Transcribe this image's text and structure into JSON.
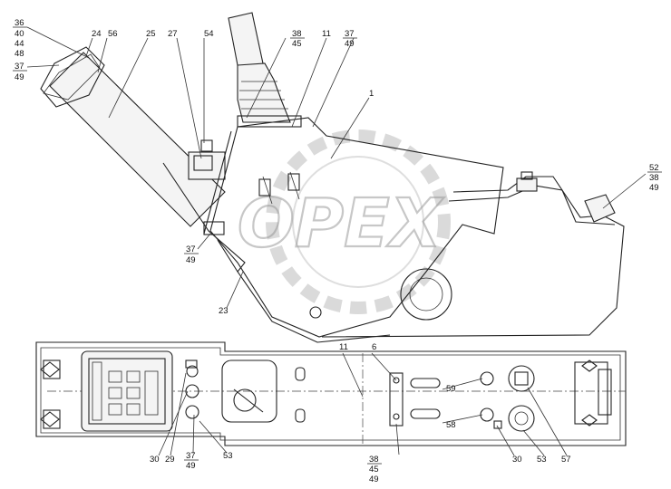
{
  "watermark": "OPEX",
  "callouts": [
    {
      "id": "c36a",
      "text": "36"
    },
    {
      "id": "c40",
      "text": "40"
    },
    {
      "id": "c44",
      "text": "44"
    },
    {
      "id": "c48",
      "text": "48"
    },
    {
      "id": "c24",
      "text": "24"
    },
    {
      "id": "c56",
      "text": "56"
    },
    {
      "id": "c25",
      "text": "25"
    },
    {
      "id": "c27",
      "text": "27"
    },
    {
      "id": "c54",
      "text": "54"
    },
    {
      "id": "c37a",
      "text": "37"
    },
    {
      "id": "c49a",
      "text": "49"
    },
    {
      "id": "c38a",
      "text": "38"
    },
    {
      "id": "c45a",
      "text": "45"
    },
    {
      "id": "c11a",
      "text": "11"
    },
    {
      "id": "c37b",
      "text": "37"
    },
    {
      "id": "c49b",
      "text": "49"
    },
    {
      "id": "c1",
      "text": "1"
    },
    {
      "id": "c52",
      "text": "52"
    },
    {
      "id": "c38b",
      "text": "38"
    },
    {
      "id": "c49c",
      "text": "49"
    },
    {
      "id": "c37c",
      "text": "37"
    },
    {
      "id": "c49d",
      "text": "49"
    },
    {
      "id": "c23",
      "text": "23"
    },
    {
      "id": "c11b",
      "text": "11"
    },
    {
      "id": "c6",
      "text": "6"
    },
    {
      "id": "c59",
      "text": "59"
    },
    {
      "id": "c58",
      "text": "58"
    },
    {
      "id": "c30a",
      "text": "30"
    },
    {
      "id": "c29",
      "text": "29"
    },
    {
      "id": "c37d",
      "text": "37"
    },
    {
      "id": "c49e",
      "text": "49"
    },
    {
      "id": "c53a",
      "text": "53"
    },
    {
      "id": "c38c",
      "text": "38"
    },
    {
      "id": "c45b",
      "text": "45"
    },
    {
      "id": "c49f",
      "text": "49"
    },
    {
      "id": "c30b",
      "text": "30"
    },
    {
      "id": "c53b",
      "text": "53"
    },
    {
      "id": "c57",
      "text": "57"
    }
  ]
}
